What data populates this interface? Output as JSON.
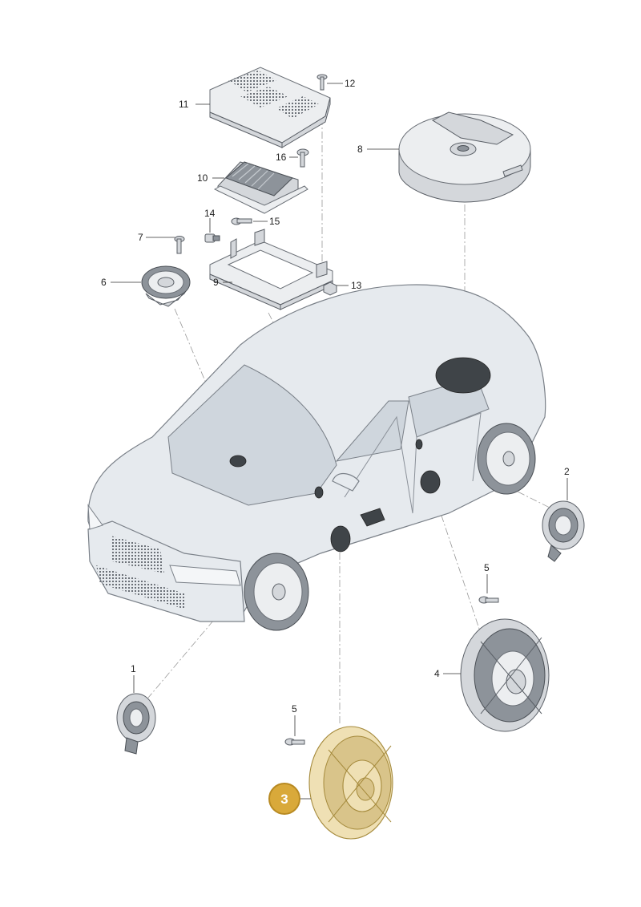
{
  "callouts": [
    {
      "id": "11",
      "label": "11"
    },
    {
      "id": "12",
      "label": "12"
    },
    {
      "id": "16",
      "label": "16"
    },
    {
      "id": "10",
      "label": "10"
    },
    {
      "id": "14",
      "label": "14"
    },
    {
      "id": "15",
      "label": "15"
    },
    {
      "id": "7",
      "label": "7"
    },
    {
      "id": "6",
      "label": "6"
    },
    {
      "id": "9",
      "label": "9"
    },
    {
      "id": "13",
      "label": "13"
    },
    {
      "id": "8",
      "label": "8"
    },
    {
      "id": "2",
      "label": "2"
    },
    {
      "id": "5a",
      "label": "5"
    },
    {
      "id": "4",
      "label": "4"
    },
    {
      "id": "1",
      "label": "1"
    },
    {
      "id": "5b",
      "label": "5"
    }
  ],
  "highlight": {
    "label": "3",
    "color": "#d9a93a"
  }
}
